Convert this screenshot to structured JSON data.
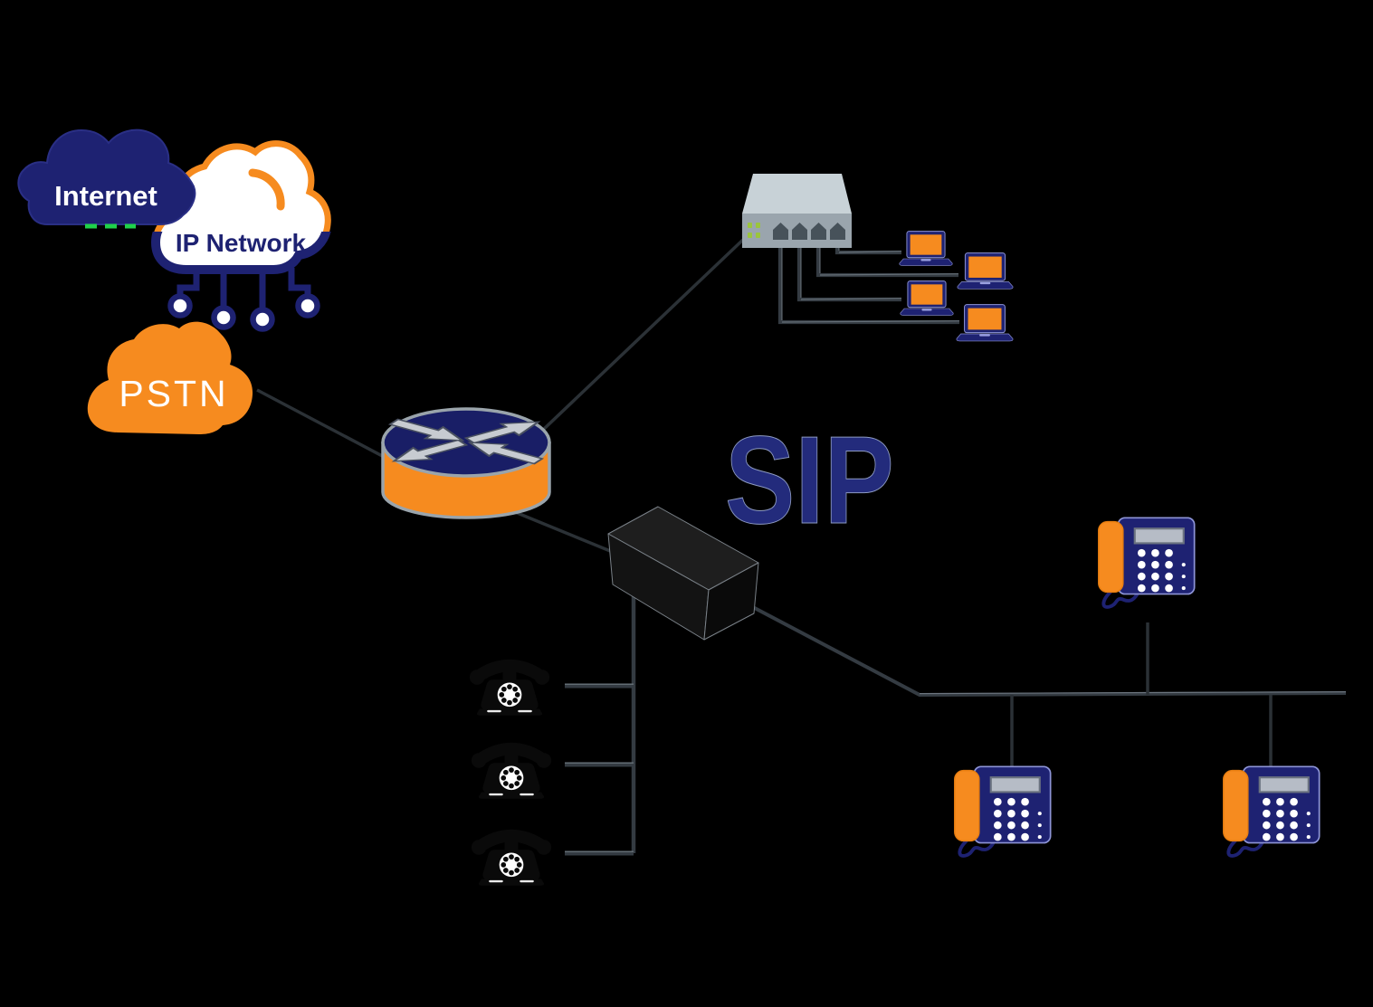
{
  "background": "#000000",
  "labels": {
    "internet": "Internet",
    "ip_network": "IP Network",
    "pstn": "PSTN",
    "sip": "SIP"
  },
  "colors": {
    "background": "#000000",
    "orange": "#F68B1F",
    "orange-deep": "#E87E10",
    "navy": "#1E2272",
    "navy-dark": "#191E66",
    "sip-navy": "#232B7C",
    "white": "#FFFFFF",
    "line": "#2B3136",
    "cable": "#343B42",
    "cable-highlight": "#7B858E",
    "switch-top": "#C8D2D7",
    "switch-front": "#9AA5AD",
    "switch-port": "#47525A",
    "switch-led": "#9BC53D",
    "router-rim": "#9AA4AB",
    "arrow-fill": "#C7CBD1",
    "arrow-edge": "#4A5160",
    "box-top": "#1E1E1E",
    "box-left": "#131313",
    "box-right": "#0A0A0A",
    "box-edge": "#7A8188",
    "screen-gray": "#B6BCC6",
    "phone-black": "#0A0A0A",
    "phone-stroke": "#8D94D6",
    "green-dash": "#1FD24A"
  },
  "devices": {
    "laptop_count": 4,
    "analog_phone_count": 3,
    "ip_phone_count": 3,
    "icon_names": [
      "internet-cloud-icon",
      "ip-network-cloud-icon",
      "pstn-cloud-icon",
      "router-icon",
      "ethernet-switch-icon",
      "laptop-icon",
      "pbx-gateway-box-icon",
      "analog-phone-icon",
      "ip-phone-icon"
    ]
  },
  "connections": [
    "pstn-to-router",
    "router-to-switch",
    "router-to-gateway",
    "switch-to-laptop-1",
    "switch-to-laptop-2",
    "switch-to-laptop-3",
    "switch-to-laptop-4",
    "gateway-to-analog-phones-trunk",
    "gateway-to-ip-phone-bus"
  ]
}
